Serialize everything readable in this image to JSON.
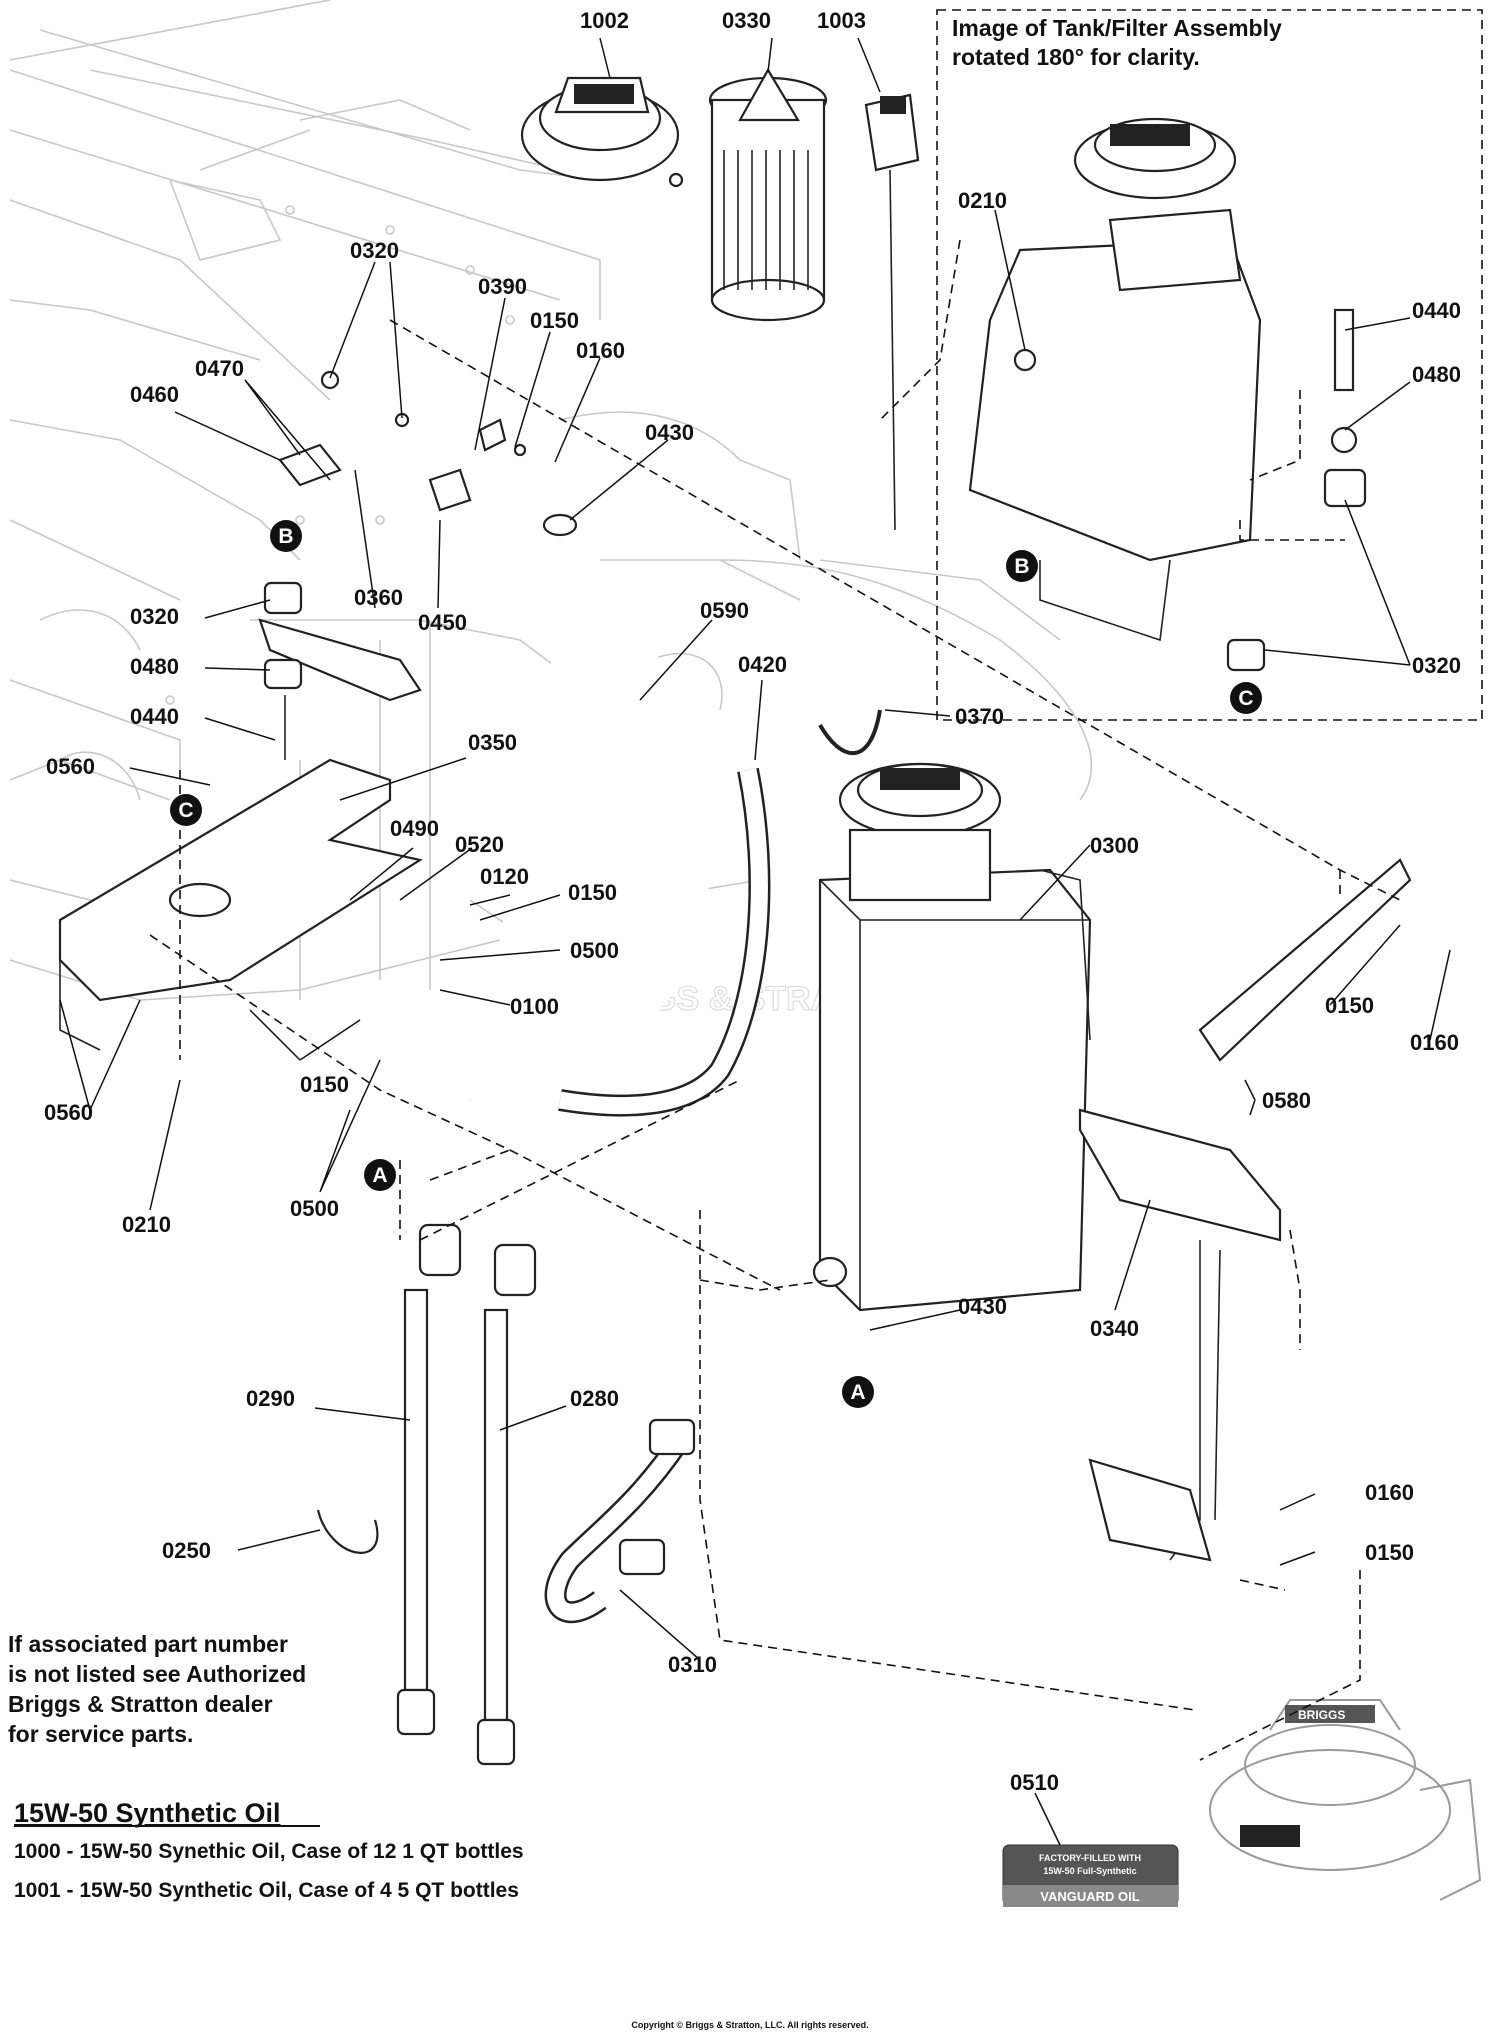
{
  "parts": [
    {
      "id": "p1002",
      "text": "1002"
    },
    {
      "id": "p0330",
      "text": "0330"
    },
    {
      "id": "p1003",
      "text": "1003"
    },
    {
      "id": "p0320a",
      "text": "0320"
    },
    {
      "id": "p0390",
      "text": "0390"
    },
    {
      "id": "p0150a",
      "text": "0150"
    },
    {
      "id": "p0160a",
      "text": "0160"
    },
    {
      "id": "p0470",
      "text": "0470"
    },
    {
      "id": "p0460",
      "text": "0460"
    },
    {
      "id": "p0430a",
      "text": "0430"
    },
    {
      "id": "p0360",
      "text": "0360"
    },
    {
      "id": "p0450",
      "text": "0450"
    },
    {
      "id": "p0320b",
      "text": "0320"
    },
    {
      "id": "p0480a",
      "text": "0480"
    },
    {
      "id": "p0440a",
      "text": "0440"
    },
    {
      "id": "p0590",
      "text": "0590"
    },
    {
      "id": "p0420",
      "text": "0420"
    },
    {
      "id": "p0370",
      "text": "0370"
    },
    {
      "id": "p0560a",
      "text": "0560"
    },
    {
      "id": "p0350",
      "text": "0350"
    },
    {
      "id": "p0490",
      "text": "0490"
    },
    {
      "id": "p0520",
      "text": "0520"
    },
    {
      "id": "p0120",
      "text": "0120"
    },
    {
      "id": "p0150b",
      "text": "0150"
    },
    {
      "id": "p0500a",
      "text": "0500"
    },
    {
      "id": "p0100",
      "text": "0100"
    },
    {
      "id": "p0300",
      "text": "0300"
    },
    {
      "id": "p0150c",
      "text": "0150"
    },
    {
      "id": "p0160b",
      "text": "0160"
    },
    {
      "id": "p0580",
      "text": "0580"
    },
    {
      "id": "p0560b",
      "text": "0560"
    },
    {
      "id": "p0150d",
      "text": "0150"
    },
    {
      "id": "p0500b",
      "text": "0500"
    },
    {
      "id": "p0210a",
      "text": "0210"
    },
    {
      "id": "p0430b",
      "text": "0430"
    },
    {
      "id": "p0340",
      "text": "0340"
    },
    {
      "id": "p0290",
      "text": "0290"
    },
    {
      "id": "p0280",
      "text": "0280"
    },
    {
      "id": "p0250",
      "text": "0250"
    },
    {
      "id": "p0310",
      "text": "0310"
    },
    {
      "id": "p0160c",
      "text": "0160"
    },
    {
      "id": "p0150e",
      "text": "0150"
    },
    {
      "id": "p0510",
      "text": "0510"
    },
    {
      "id": "p0210b",
      "text": "0210"
    },
    {
      "id": "p0440b",
      "text": "0440"
    },
    {
      "id": "p0480b",
      "text": "0480"
    },
    {
      "id": "p0320c",
      "text": "0320"
    }
  ],
  "callouts": [
    {
      "id": "cB1",
      "letter": "B"
    },
    {
      "id": "cC1",
      "letter": "C"
    },
    {
      "id": "cA1",
      "letter": "A"
    },
    {
      "id": "cA2",
      "letter": "A"
    },
    {
      "id": "cB2",
      "letter": "B"
    },
    {
      "id": "cC2",
      "letter": "C"
    }
  ],
  "inset": {
    "line1": "Image of Tank/Filter Assembly",
    "line2": "rotated 180° for clarity."
  },
  "note": {
    "line1": "If associated part number",
    "line2": "is not listed see Authorized",
    "line3": "Briggs & Stratton dealer",
    "line4": "for service parts."
  },
  "oil": {
    "heading": "15W-50 Synthetic Oil",
    "line1": "1000 - 15W-50 Synethic Oil, Case of 12 1 QT bottles",
    "line2": "1001 - 15W-50 Synthetic Oil, Case of 4 5 QT bottles"
  },
  "decal": {
    "line1": "FACTORY-FILLED WITH",
    "line2": "15W-50 Full-Synthetic",
    "brand": "VANGUARD OIL"
  },
  "cap_logo": "BRIGGS",
  "watermark": "BRIGGS & STRATTON",
  "copyright": "Copyright © Briggs & Stratton, LLC. All rights reserved."
}
